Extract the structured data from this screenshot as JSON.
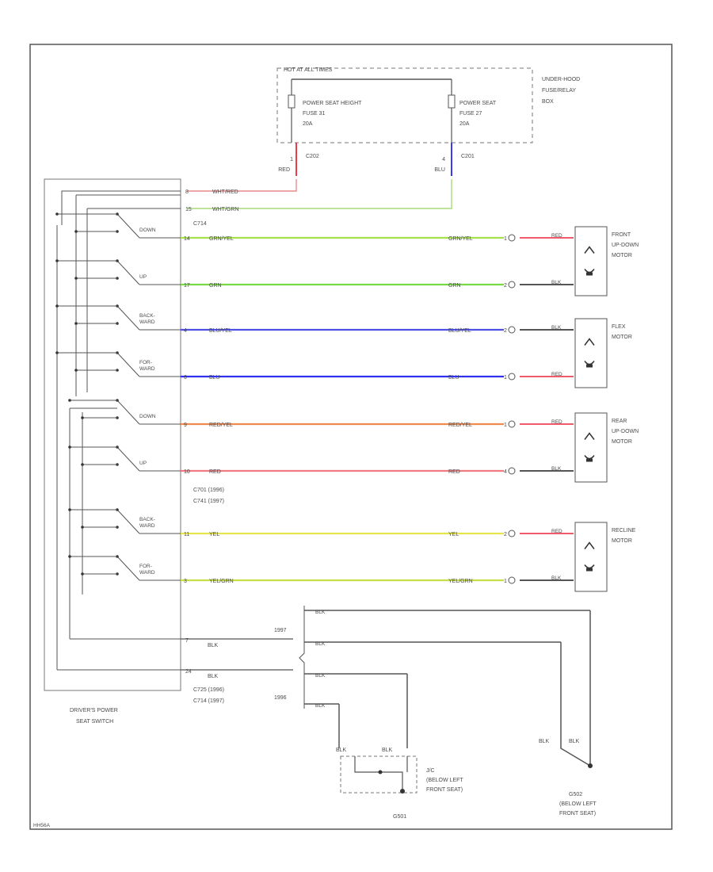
{
  "fuse_box": {
    "hot_label": "HOT AT ALL TIMES",
    "fuse_left": {
      "line1": "POWER SEAT HEIGHT",
      "line2": "FUSE 31",
      "line3": "20A"
    },
    "fuse_right": {
      "line1": "POWER SEAT",
      "line2": "FUSE 27",
      "line3": "20A"
    },
    "box_label": [
      "UNDER-HOOD",
      "FUSE/RELAY",
      "BOX"
    ]
  },
  "connectors": {
    "c202": "C202",
    "c201": "C201",
    "c202_pin": "1",
    "c201_pin": "4",
    "c202_wire": "RED",
    "c201_wire": "BLU",
    "c714": "C714",
    "c701_1996": "C701 (1996)",
    "c741_1997": "C741 (1997)",
    "c725_1996": "C725 (1996)",
    "c714_1997": "C714 (1997)"
  },
  "switch": {
    "label": [
      "DRIVER'S POWER",
      "SEAT SWITCH"
    ],
    "positions": [
      "DOWN",
      "UP",
      "BACK-\nWARD",
      "FOR-\nWARD",
      "DOWN",
      "UP",
      "BACK-\nWARD",
      "FOR-\nWARD"
    ]
  },
  "feed_wires": [
    {
      "pin": "8",
      "label": "WHT/RED"
    },
    {
      "pin": "15",
      "label": "WHT/GRN"
    }
  ],
  "circuits": [
    {
      "pin": "14",
      "label_left": "GRN/YEL",
      "label_right": "GRN/YEL",
      "conn_pin": "1",
      "motor_wire": "RED",
      "color": "#a6e04a"
    },
    {
      "pin": "17",
      "label_left": "GRN",
      "label_right": "GRN",
      "conn_pin": "2",
      "motor_wire": "BLK",
      "color": "#77d944"
    },
    {
      "pin": "4",
      "label_left": "BLU/YEL",
      "label_right": "BLU/YEL",
      "conn_pin": "2",
      "motor_wire": "BLK",
      "color": "#5050e6"
    },
    {
      "pin": "6",
      "label_left": "BLU",
      "label_right": "BLU",
      "conn_pin": "1",
      "motor_wire": "RED",
      "color": "#3030ee"
    },
    {
      "pin": "9",
      "label_left": "RED/YEL",
      "label_right": "RED/YEL",
      "conn_pin": "1",
      "motor_wire": "RED",
      "color": "#f08b50"
    },
    {
      "pin": "10",
      "label_left": "RED",
      "label_right": "RED",
      "conn_pin": "4",
      "motor_wire": "BLK",
      "color": "#f07a80"
    },
    {
      "pin": "11",
      "label_left": "YEL",
      "label_right": "YEL",
      "conn_pin": "2",
      "motor_wire": "RED",
      "color": "#e6e64c"
    },
    {
      "pin": "3",
      "label_left": "YEL/GRN",
      "label_right": "YEL/GRN",
      "conn_pin": "1",
      "motor_wire": "BLK",
      "color": "#c8e048"
    }
  ],
  "motors": [
    {
      "lines": [
        "FRONT",
        "UP-DOWN",
        "MOTOR"
      ]
    },
    {
      "lines": [
        "FLEX",
        "MOTOR"
      ]
    },
    {
      "lines": [
        "REAR",
        "UP-DOWN",
        "MOTOR"
      ]
    },
    {
      "lines": [
        "RECLINE",
        "MOTOR"
      ]
    }
  ],
  "grounds": {
    "pin_top": "7",
    "pin_bottom": "24",
    "wire": "BLK",
    "year_1997": "1997",
    "year_1996": "1996",
    "jc_label": [
      "J/C",
      "(BELOW LEFT",
      "FRONT SEAT)"
    ],
    "g501": "G501",
    "g502_label": [
      "G502",
      "(BELOW LEFT",
      "FRONT SEAT)"
    ],
    "blk_a": "BLK",
    "blk_b": "BLK",
    "blk_c": "BLK",
    "blk_d": "BLK"
  },
  "footer_code": "HH56A"
}
